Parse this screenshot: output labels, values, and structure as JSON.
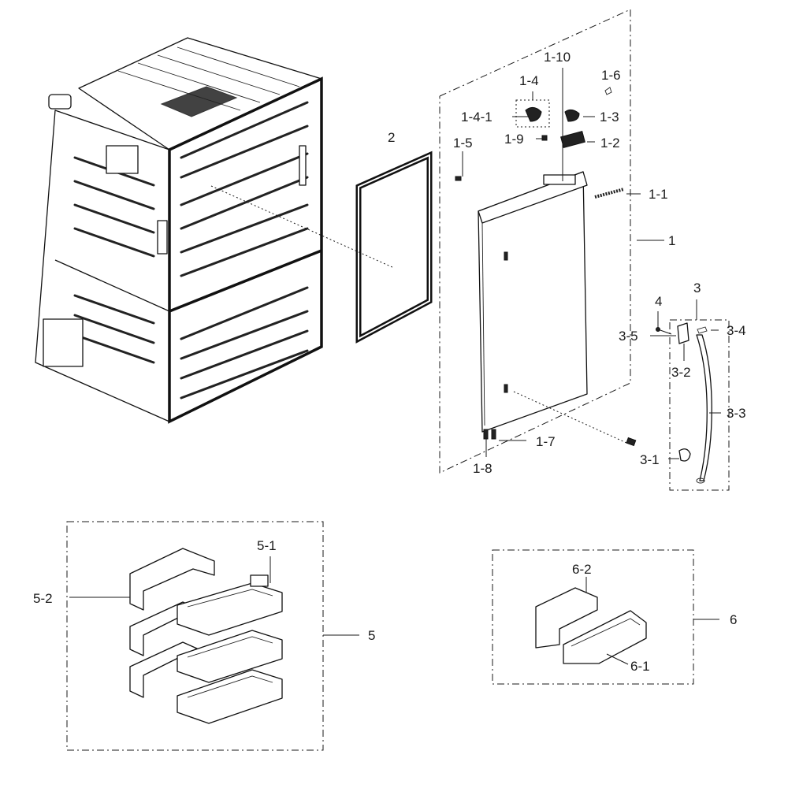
{
  "labels": {
    "l1_10": "1-10",
    "l1_6": "1-6",
    "l1_4": "1-4",
    "l1_4_1": "1-4-1",
    "l1_3": "1-3",
    "l1_9": "1-9",
    "l1_2": "1-2",
    "l1_5": "1-5",
    "l1_1": "1-1",
    "l1": "1",
    "l2": "2",
    "l3": "3",
    "l4": "4",
    "l3_4": "3-4",
    "l3_5": "3-5",
    "l3_2": "3-2",
    "l3_3": "3-3",
    "l1_7": "1-7",
    "l3_1": "3-1",
    "l1_8": "1-8",
    "l5_1": "5-1",
    "l5_2": "5-2",
    "l5": "5",
    "l6_2": "6-2",
    "l6": "6",
    "l6_1": "6-1"
  }
}
